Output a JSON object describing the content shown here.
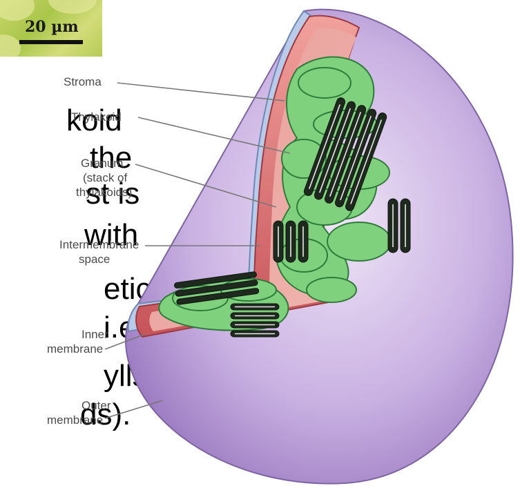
{
  "scale_bar": {
    "label": "20 µm"
  },
  "labels": {
    "stroma": "Stroma",
    "thylakoid": "Thylakoid",
    "granum_1": "Granum",
    "granum_2": "(stack of",
    "granum_3": "thylakoids)",
    "intermembrane_1": "Intermembrane",
    "intermembrane_2": "space",
    "inner_1": "Inner",
    "inner_2": "membrane",
    "outer_1": "Outer",
    "outer_2": "membrane"
  },
  "background_text": [
    "koid",
    "the",
    "st is",
    "with",
    "etic",
    "i.e.,",
    "ylls,",
    "ds)."
  ],
  "colors": {
    "outer_membrane": "#b79bd6",
    "inner_rim": "#e7898a",
    "stroma": "#e9a3a0",
    "thylakoid_green": "#7fd17d",
    "thylakoid_dark": "#2f7a3b",
    "leader_line": "#777777"
  }
}
